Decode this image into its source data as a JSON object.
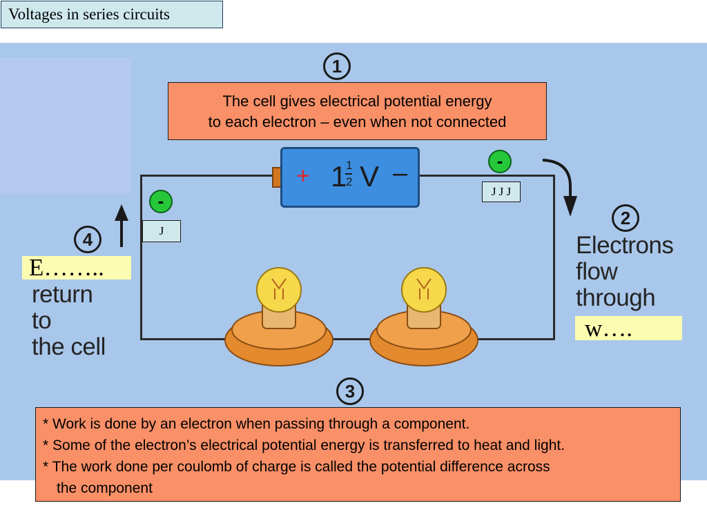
{
  "slide_title": "Voltages in series circuits",
  "step_numbers": {
    "one": "1",
    "two": "2",
    "three": "3",
    "four": "4"
  },
  "top_callout": {
    "line1": "The cell gives electrical potential energy",
    "line2": "to each electron – even when not connected"
  },
  "battery": {
    "plus": "+",
    "voltage_whole": "1",
    "frac_num": "1",
    "frac_den": "2",
    "unit": "V",
    "minus": "–"
  },
  "electrons": [
    {
      "sign": "-",
      "joules": "J J J"
    },
    {
      "sign": "-",
      "joules": "J"
    }
  ],
  "left_label": {
    "blank": "E……..",
    "lines": [
      "return",
      "to",
      "the cell"
    ]
  },
  "right_label": {
    "lines": [
      "Electrons",
      "flow",
      "through"
    ],
    "blank": "w…."
  },
  "bottom_callout": {
    "lines": [
      "* Work is done by an electron when passing through a component.",
      "* Some of the electron’s electrical potential energy is transferred to heat and light.",
      "* The work done per coulomb of charge is called the potential difference across",
      "the component"
    ]
  },
  "colors": {
    "background": "#a9c7ea",
    "callout": "#fa9068",
    "label_box": "#cfe8ec",
    "highlight": "#fdfdb1",
    "electron": "#26c83a",
    "battery": "#3d8ee0"
  }
}
